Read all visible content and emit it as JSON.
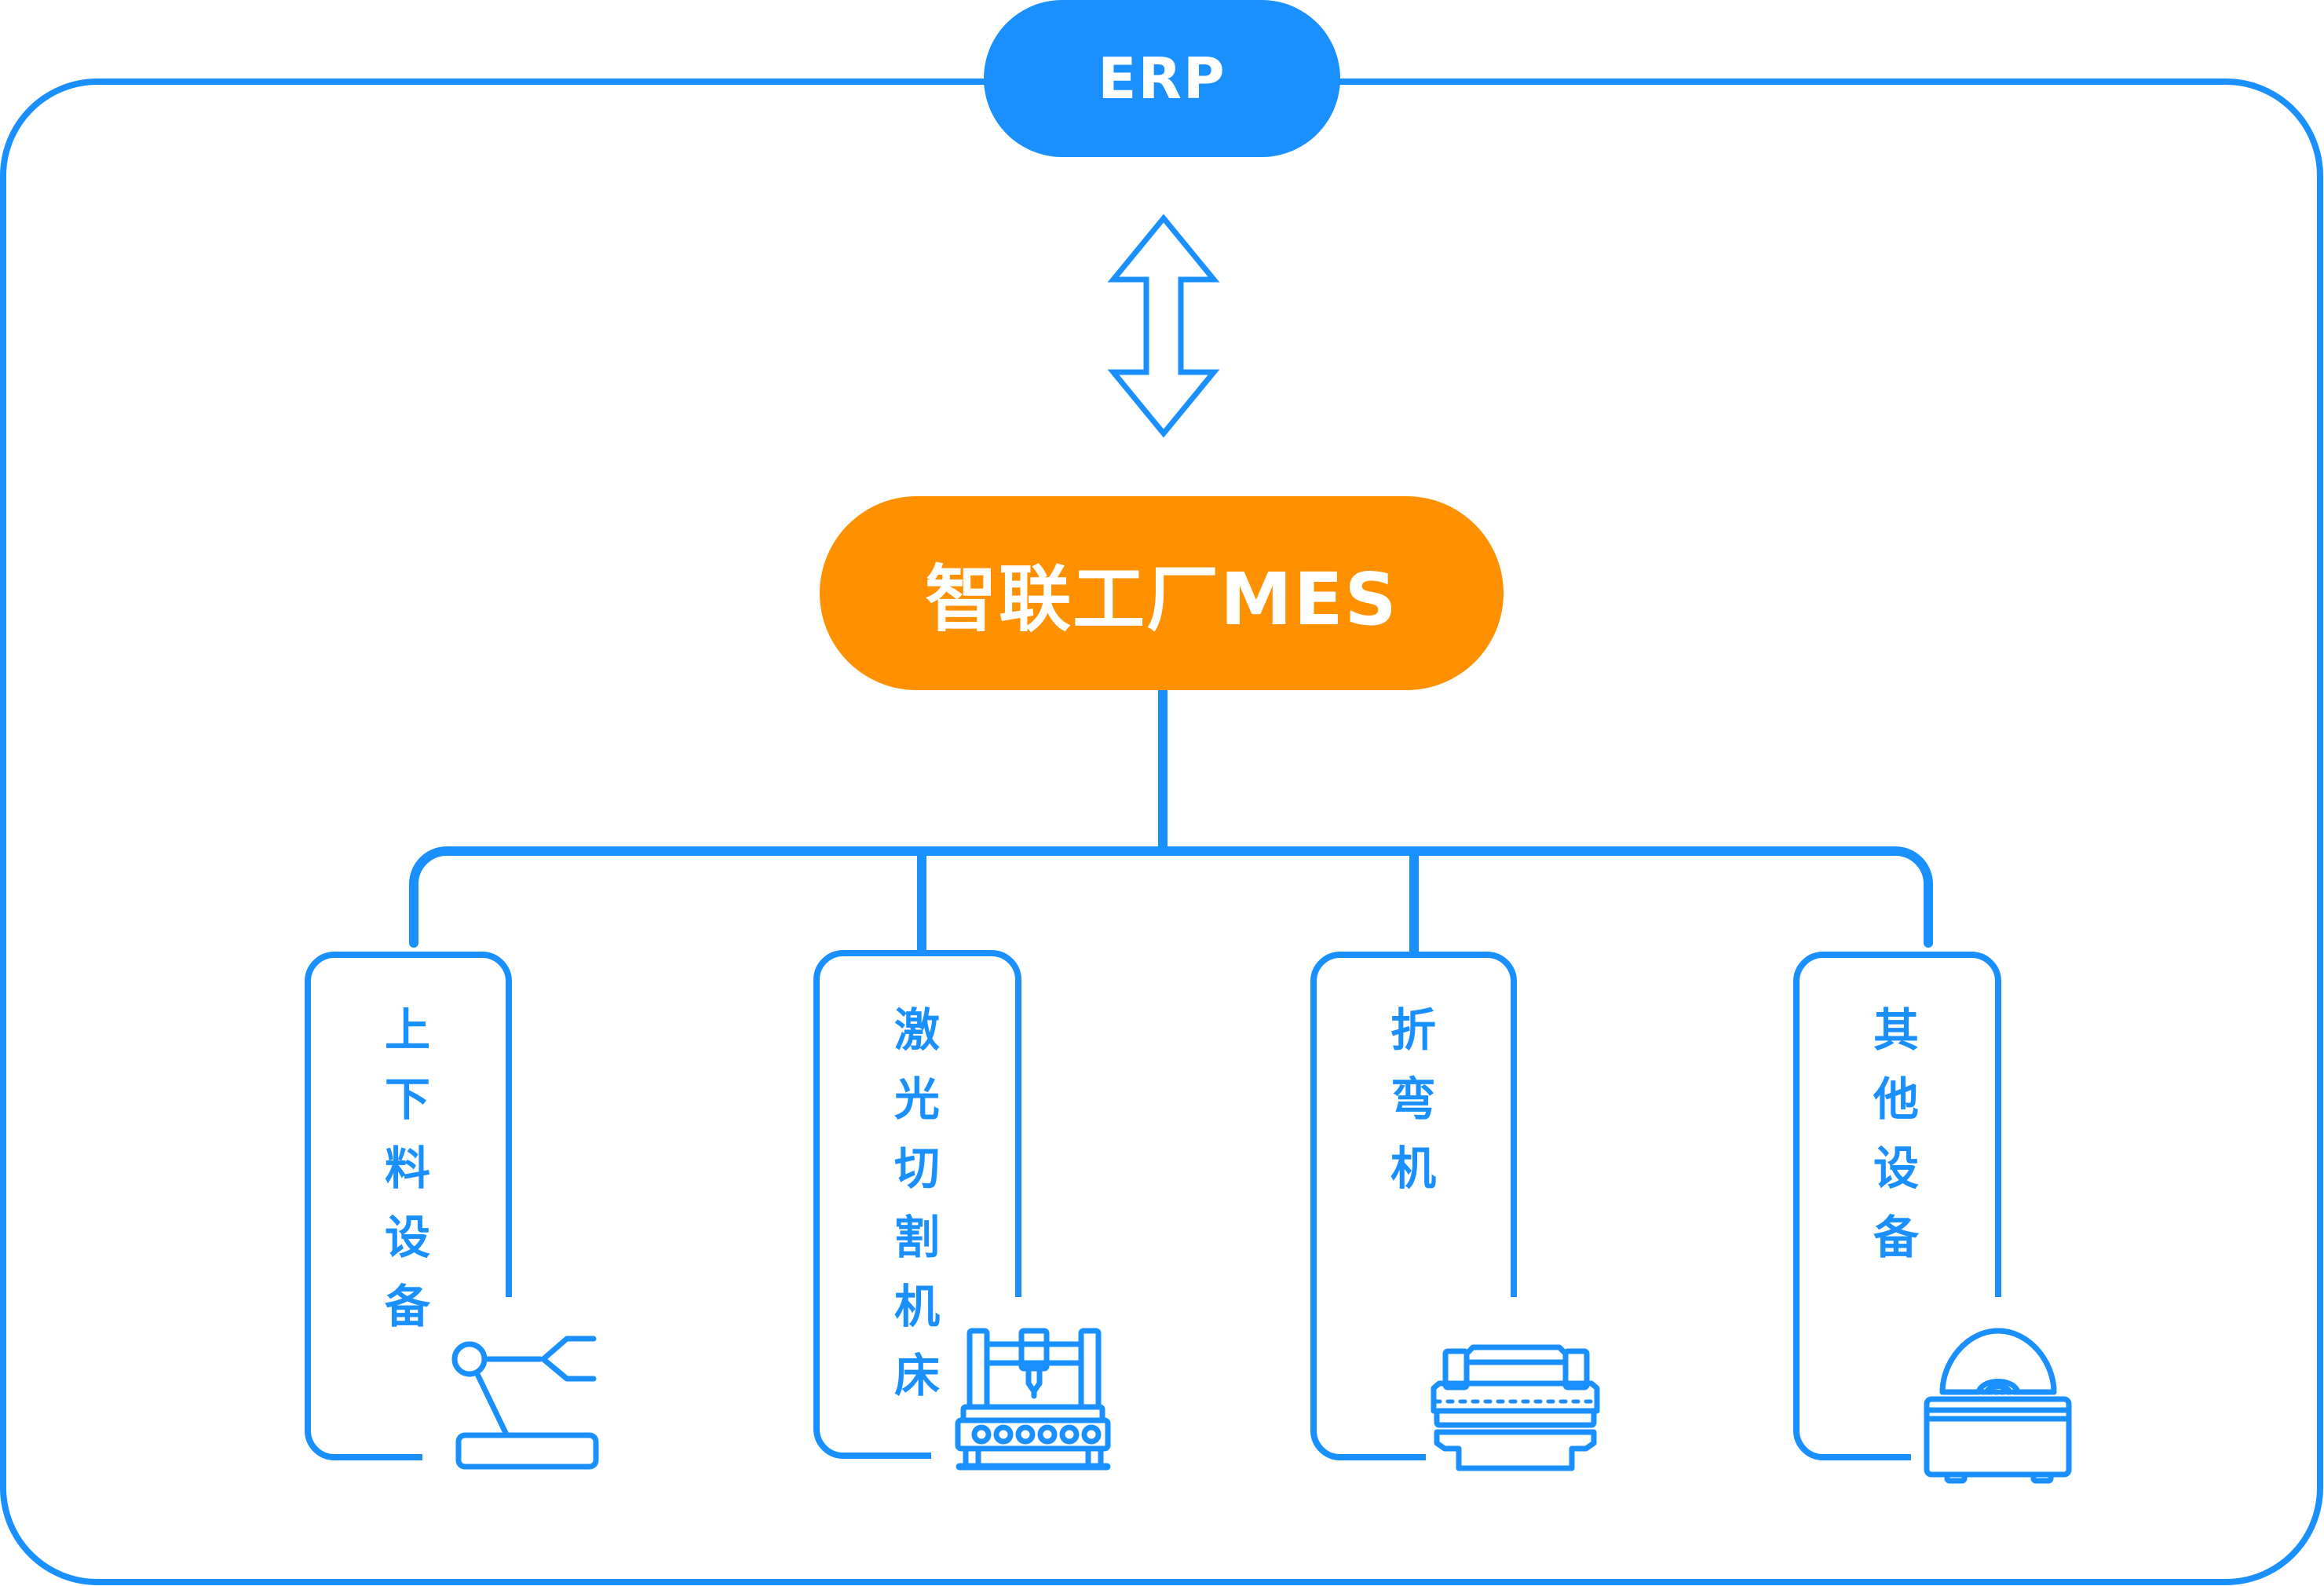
{
  "colors": {
    "primary": "#1a90ff",
    "accent": "#ff9100",
    "text_on_fill": "#ffffff",
    "background": "#ffffff"
  },
  "erp": {
    "label": "ERP"
  },
  "link_icon": "bidirectional-arrow-icon",
  "mes": {
    "label": "智联工厂MES"
  },
  "devices": [
    {
      "label": "上下料设备",
      "icon": "robot-arm-icon"
    },
    {
      "label": "激光切割机床",
      "icon": "laser-cutter-icon"
    },
    {
      "label": "折弯机",
      "icon": "press-brake-icon"
    },
    {
      "label": "其他设备",
      "icon": "table-saw-icon"
    }
  ]
}
